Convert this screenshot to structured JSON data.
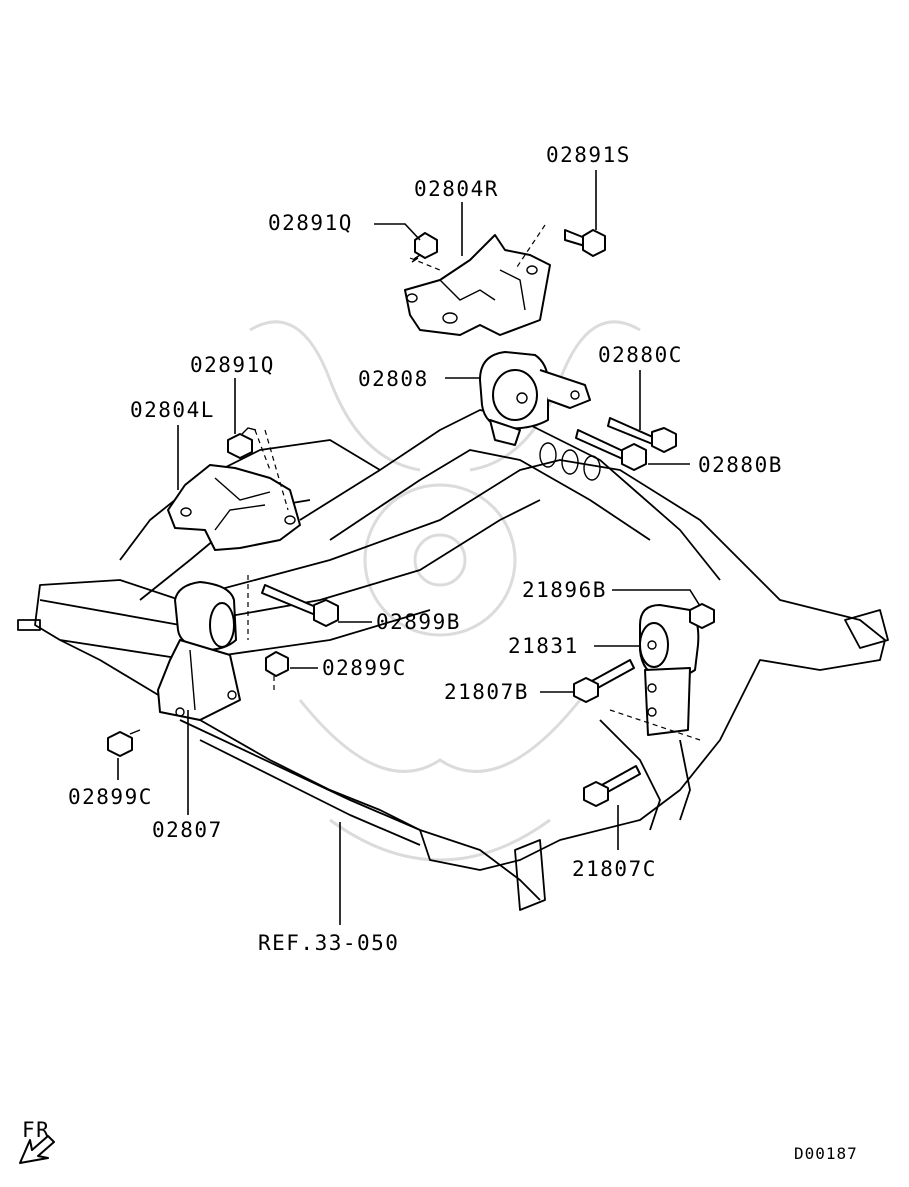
{
  "parts": [
    {
      "id": "p1",
      "label": "02891S"
    },
    {
      "id": "p2",
      "label": "02804R"
    },
    {
      "id": "p3",
      "label": "02891Q"
    },
    {
      "id": "p4",
      "label": "02891Q"
    },
    {
      "id": "p5",
      "label": "02808"
    },
    {
      "id": "p6",
      "label": "02880C"
    },
    {
      "id": "p7",
      "label": "02804L"
    },
    {
      "id": "p8",
      "label": "02880B"
    },
    {
      "id": "p9",
      "label": "21896B"
    },
    {
      "id": "p10",
      "label": "02899B"
    },
    {
      "id": "p11",
      "label": "21831"
    },
    {
      "id": "p12",
      "label": "02899C"
    },
    {
      "id": "p13",
      "label": "21807B"
    },
    {
      "id": "p14",
      "label": "02899C"
    },
    {
      "id": "p15",
      "label": "02807"
    },
    {
      "id": "p16",
      "label": "21807C"
    },
    {
      "id": "p17",
      "label": "REF.33-050"
    }
  ],
  "direction_label": "FR",
  "diagram_code": "D00187"
}
